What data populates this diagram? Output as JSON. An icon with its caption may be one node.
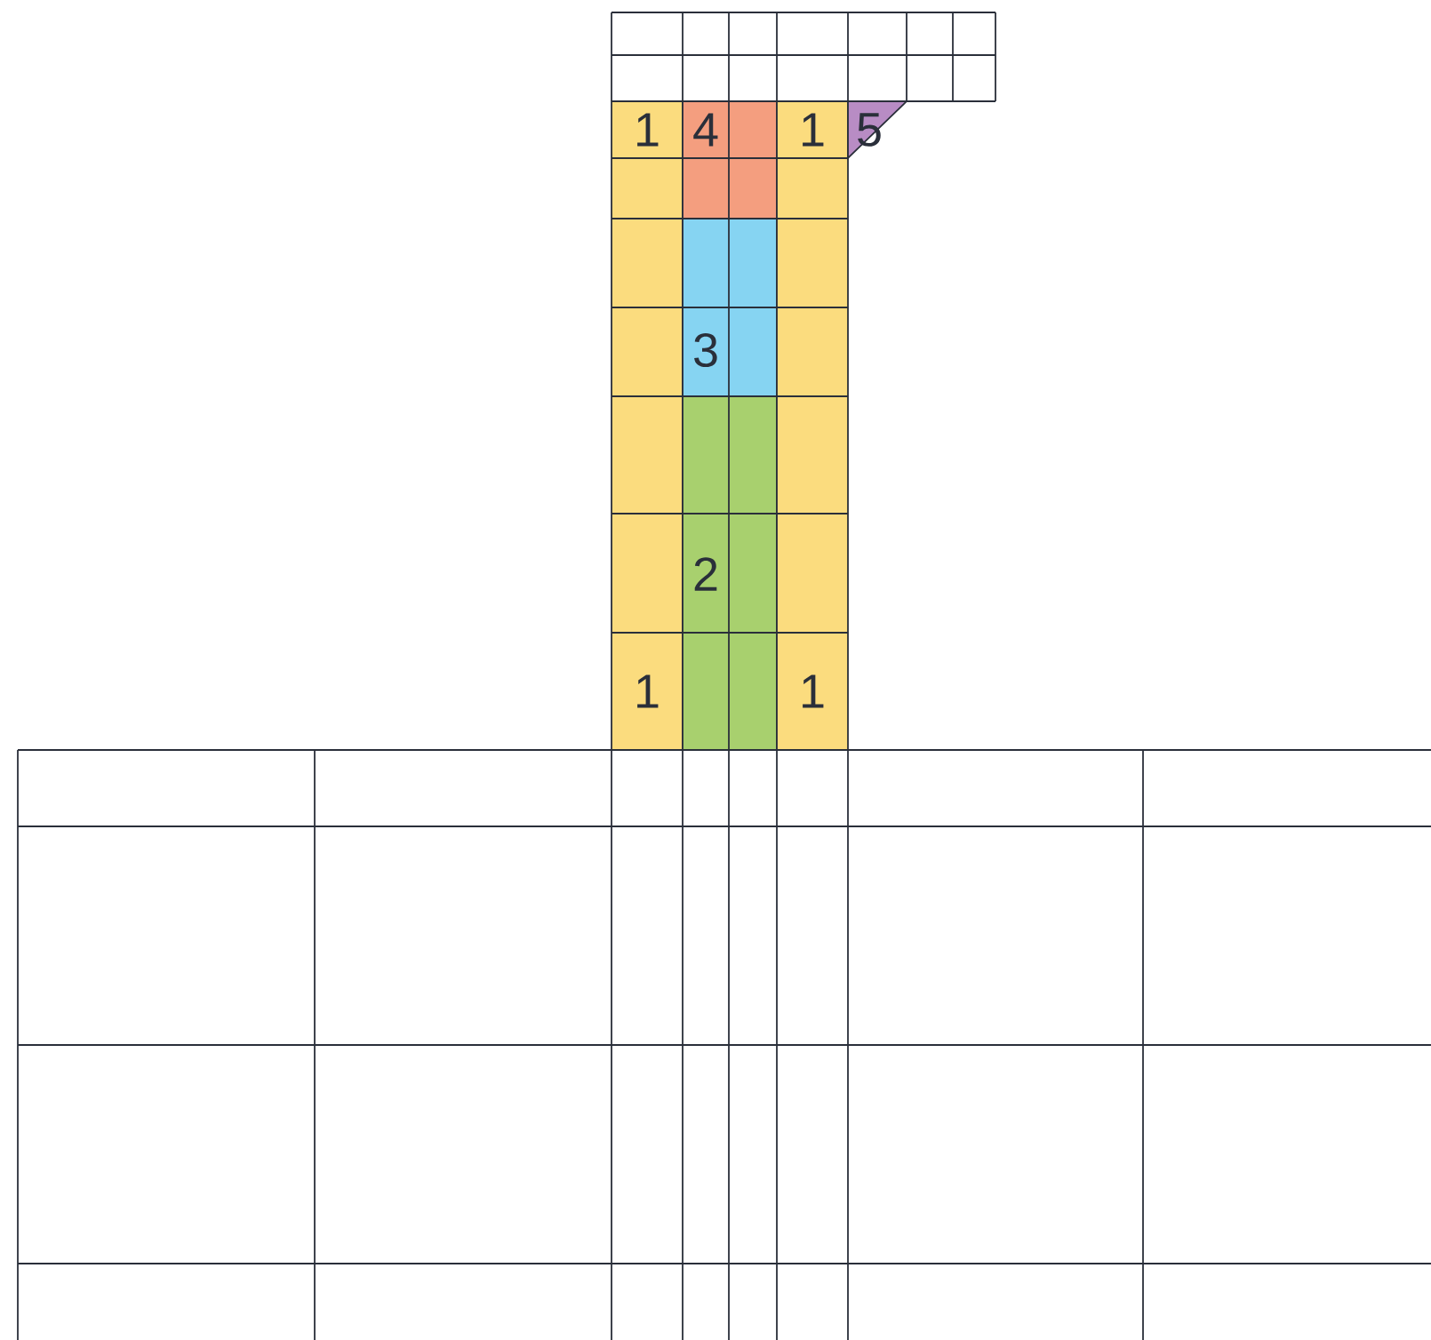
{
  "diagram": {
    "nodes": [
      {
        "text": [
          "1",
          "1"
        ]
      },
      {
        "text": [
          "4"
        ]
      },
      {
        "text": [
          "3"
        ]
      },
      {
        "text": [
          "2"
        ]
      },
      {
        "text": [
          "1",
          "1"
        ]
      },
      {
        "text": [
          "5"
        ]
      }
    ]
  }
}
